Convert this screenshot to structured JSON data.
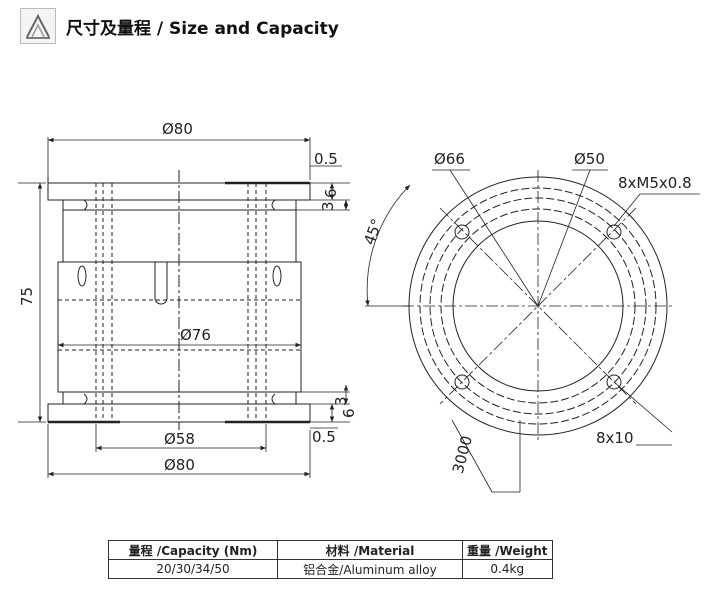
{
  "header": {
    "title": "尺寸及量程 / Size and Capacity",
    "logo_icon": "dimension-caliper-icon"
  },
  "drawing": {
    "side_view": {
      "top_diameter": "Ø80",
      "top_offset": "0.5",
      "top_flange_thickness": "6",
      "step_height": "3",
      "body_diameter": "Ø76",
      "overall_height": "75",
      "bottom_flange_thickness": "6",
      "bottom_step_height": "3",
      "bottom_offset": "0.5",
      "base_diameter": "Ø58",
      "bottom_diameter": "Ø80"
    },
    "top_view": {
      "outer_diameter": "Ø66",
      "bolt_circle_diameter": "Ø50",
      "threads": "8xM5x0.8",
      "angle": "45°",
      "holes": "8x10",
      "cable_length": "3000"
    }
  },
  "table": {
    "headers": [
      "量程 /Capacity (Nm)",
      "材料 /Material",
      "重量 /Weight"
    ],
    "rows": [
      [
        "20/30/34/50",
        "铝合金/Aluminum alloy",
        "0.4kg"
      ]
    ]
  }
}
